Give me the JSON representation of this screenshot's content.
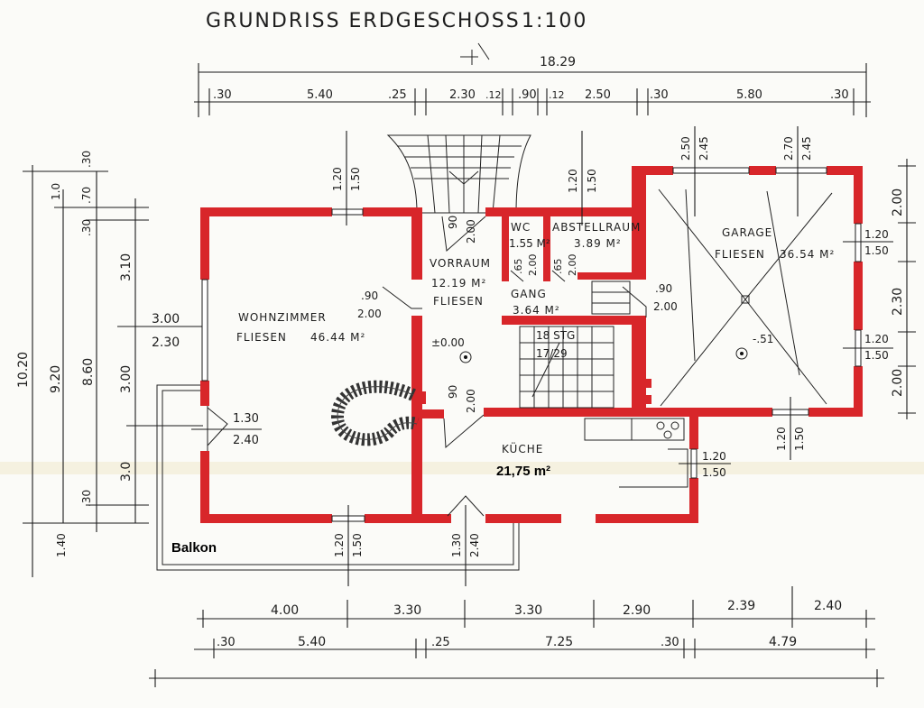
{
  "title": "GRUNDRISS ERDGESCHOSS",
  "scale": "1:100",
  "top_dims": {
    "total": "18.29",
    "segments": [
      ".30",
      "5.40",
      ".25",
      "2.30",
      ".12",
      ".90",
      ".12",
      "2.50",
      ".30",
      "5.80",
      ".30"
    ]
  },
  "bottom_dims": {
    "row1": [
      "4.00",
      "3.30",
      "3.30",
      "2.90",
      "2.39",
      "2.40"
    ],
    "row2": [
      ".30",
      "5.40",
      ".25",
      "7.25",
      ".30",
      "4.79"
    ]
  },
  "left_dims": {
    "outer": "10.20",
    "middle": "9.20",
    "inner": "8.60",
    "segments": [
      ".30",
      "1.0",
      ".70",
      ".30",
      "3.10",
      "3.00",
      "3.0",
      ".30",
      "1.40"
    ]
  },
  "right_dims": [
    "2.00",
    "2.30",
    "2.00"
  ],
  "rooms": {
    "wohnzimmer": {
      "name": "WOHNZIMMER",
      "floor": "FLIESEN",
      "area": "46.44 M²"
    },
    "vorraum": {
      "name": "VORRAUM",
      "area": "12.19 M²",
      "floor": "FLIESEN"
    },
    "wc": {
      "name": "WC",
      "area": "1.55 M²"
    },
    "abstellraum": {
      "name": "ABSTELLRAUM",
      "area": "3.89 M²"
    },
    "gang": {
      "name": "GANG",
      "area": "3.64 M²"
    },
    "garage": {
      "name": "GARAGE",
      "floor": "FLIESEN",
      "area": "36.54 M²"
    },
    "kueche": {
      "name": "KÜCHE",
      "area": "21,75 m²"
    },
    "balkon": {
      "name": "Balkon"
    }
  },
  "openings": {
    "w_top_living": [
      "1.20",
      "1.50"
    ],
    "w_top_abst": [
      "1.20",
      "1.50"
    ],
    "w_garage_1": [
      "2.50",
      "2.45"
    ],
    "w_garage_2": [
      "2.70",
      "2.45"
    ],
    "w_garage_right_1": [
      "1.20",
      "1.50"
    ],
    "w_garage_right_2": [
      "1.20",
      "1.50"
    ],
    "w_garage_bottom": [
      "1.20",
      "1.50"
    ],
    "w_living_bottom": [
      "1.20",
      "1.50"
    ],
    "door_entry_bottom": [
      "1.30",
      "2.40"
    ],
    "door_living_left": [
      "1.30",
      "2.40"
    ],
    "w_kitchen_right": [
      "1.20",
      "1.50"
    ],
    "door_vorraum_top": [
      "90",
      "2.00"
    ],
    "door_living_vorraum": [
      ".90",
      "2.00"
    ],
    "door_kitchen": [
      "90",
      "2.00"
    ],
    "door_garage": [
      ".90",
      "2.00"
    ],
    "door_wc": [
      ".65",
      "2.00"
    ],
    "door_abst": [
      ".65",
      "2.00"
    ],
    "living_left_dims": [
      "3.00",
      "2.30"
    ]
  },
  "levels": {
    "floor": "±0.00",
    "garage": "-.51"
  },
  "stairs": {
    "line1": "18 STG",
    "line2": "17/29"
  }
}
